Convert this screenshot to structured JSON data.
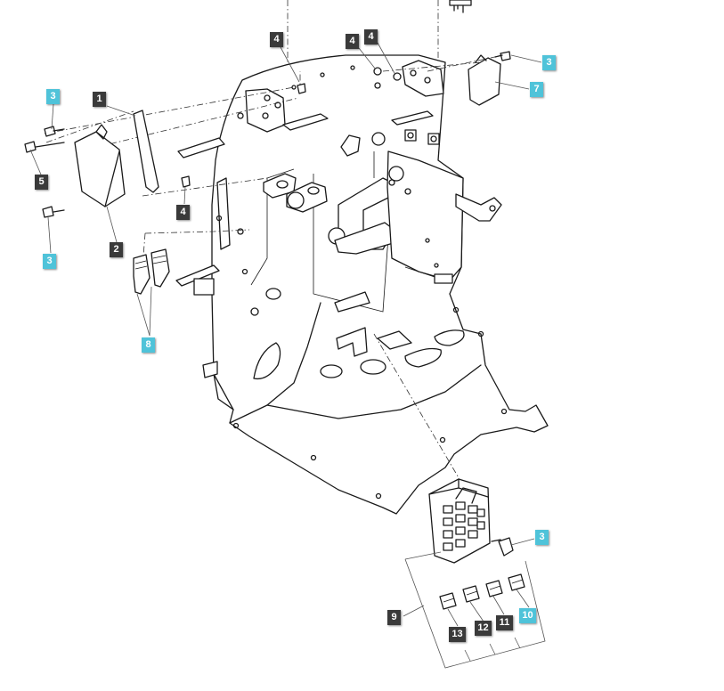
{
  "colors": {
    "dark_tag": "#3a3a3a",
    "cyan_tag": "#4fc3d9",
    "line": "#1a1a1a"
  },
  "callouts": [
    {
      "id": "c4a",
      "label": "4",
      "style": "dark"
    },
    {
      "id": "c4b",
      "label": "4",
      "style": "dark"
    },
    {
      "id": "c4c",
      "label": "4",
      "style": "dark"
    },
    {
      "id": "c3a",
      "label": "3",
      "style": "cyan"
    },
    {
      "id": "c7",
      "label": "7",
      "style": "cyan"
    },
    {
      "id": "c3b",
      "label": "3",
      "style": "cyan"
    },
    {
      "id": "c1",
      "label": "1",
      "style": "dark"
    },
    {
      "id": "c5",
      "label": "5",
      "style": "dark"
    },
    {
      "id": "c4d",
      "label": "4",
      "style": "dark"
    },
    {
      "id": "c3c",
      "label": "3",
      "style": "cyan"
    },
    {
      "id": "c2",
      "label": "2",
      "style": "dark"
    },
    {
      "id": "c8",
      "label": "8",
      "style": "cyan"
    },
    {
      "id": "c3d",
      "label": "3",
      "style": "cyan"
    },
    {
      "id": "c9",
      "label": "9",
      "style": "dark"
    },
    {
      "id": "c10",
      "label": "10",
      "style": "cyan"
    },
    {
      "id": "c11",
      "label": "11",
      "style": "dark"
    },
    {
      "id": "c12",
      "label": "12",
      "style": "dark"
    },
    {
      "id": "c13",
      "label": "13",
      "style": "dark"
    }
  ]
}
